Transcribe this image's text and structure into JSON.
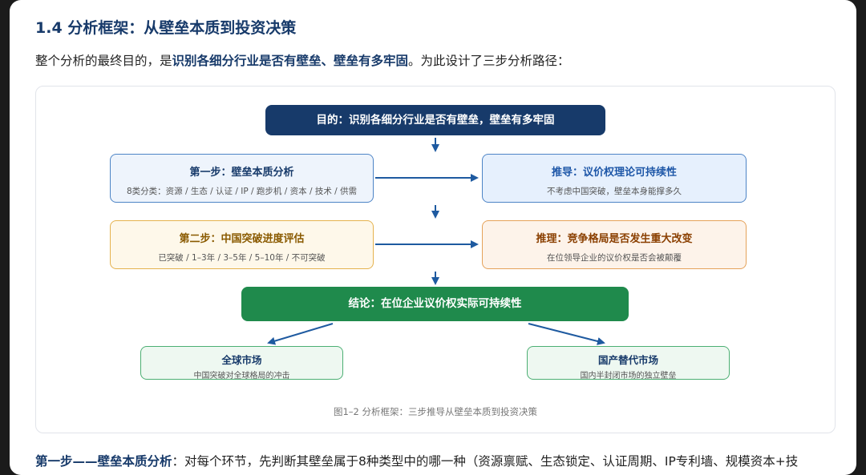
{
  "heading": "1.4 分析框架：从壁垒本质到投资决策",
  "intro": {
    "prefix": "整个分析的最终目的，是",
    "bold": "识别各细分行业是否有壁垒、壁垒有多牢固",
    "suffix": "。为此设计了三步分析路径："
  },
  "diagram": {
    "goal": "目的：识别各细分行业是否有壁垒，壁垒有多牢固",
    "step1": {
      "title": "第一步：壁垒本质分析",
      "sub": "8类分类：资源 / 生态 / 认证 / IP / 跑步机 / 资本 / 技术 / 供需"
    },
    "deduce": {
      "title": "推导：议价权理论可持续性",
      "sub": "不考虑中国突破，壁垒本身能撑多久"
    },
    "step2": {
      "title": "第二步：中国突破进度评估",
      "sub": "已突破 / 1–3年 / 3–5年 / 5–10年 / 不可突破"
    },
    "reason": {
      "title": "推理：竞争格局是否发生重大改变",
      "sub": "在位领导企业的议价权是否会被颠覆"
    },
    "conclusion": "结论：在位企业议价权实际可持续性",
    "global": {
      "title": "全球市场",
      "sub": "中国突破对全球格局的冲击"
    },
    "domestic": {
      "title": "国产替代市场",
      "sub": "国内半封闭市场的独立壁垒"
    },
    "caption": "图1–2 分析框架：三步推导从壁垒本质到投资决策"
  },
  "bottom": {
    "bold": "第一步——壁垒本质分析",
    "text": "：对每个环节，先判断其壁垒属于8种类型中的哪一种（资源禀赋、生态锁定、认证周期、IP专利墙、规模资本+技"
  },
  "colors": {
    "navy": "#173a6a",
    "green": "#1f8a4c",
    "blue_border": "#4d84c6",
    "orange_border": "#e5b24e"
  }
}
